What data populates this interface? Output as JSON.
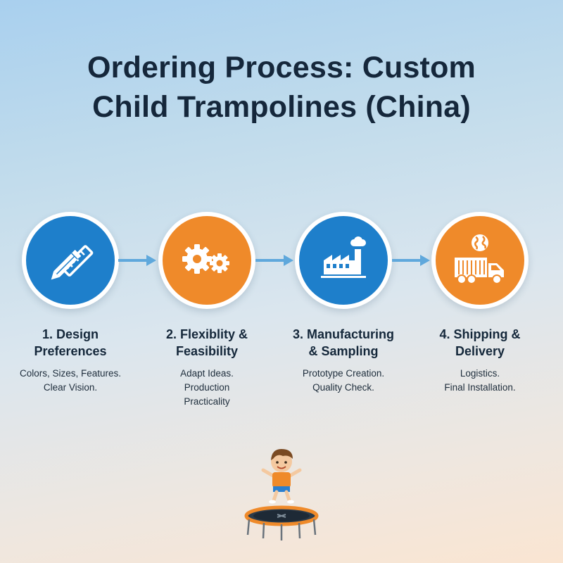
{
  "title": {
    "line1": "Ordering Process: Custom",
    "line2": "Child Trampolines (China)"
  },
  "colors": {
    "blue": "#1e7fcb",
    "orange": "#ef8a2a",
    "arrow": "#5fa8dc"
  },
  "steps": [
    {
      "title": [
        "1. Design",
        "Preferences"
      ],
      "desc": [
        "Colors, Sizes, Features.",
        "Clear Vision."
      ],
      "icon": "pencil-ruler-icon"
    },
    {
      "title": [
        "2. Flexiblity &",
        "Feasibility"
      ],
      "desc": [
        "Adapt Ideas.",
        "Production",
        "Practicality"
      ],
      "icon": "gears-icon"
    },
    {
      "title": [
        "3. Manufacturing",
        "& Sampling"
      ],
      "desc": [
        "Prototype Creation.",
        "Quality Check."
      ],
      "icon": "factory-icon"
    },
    {
      "title": [
        "4. Shipping &",
        "Delivery"
      ],
      "desc": [
        "Logistics.",
        "Final Installation."
      ],
      "icon": "globe-truck-icon"
    }
  ]
}
